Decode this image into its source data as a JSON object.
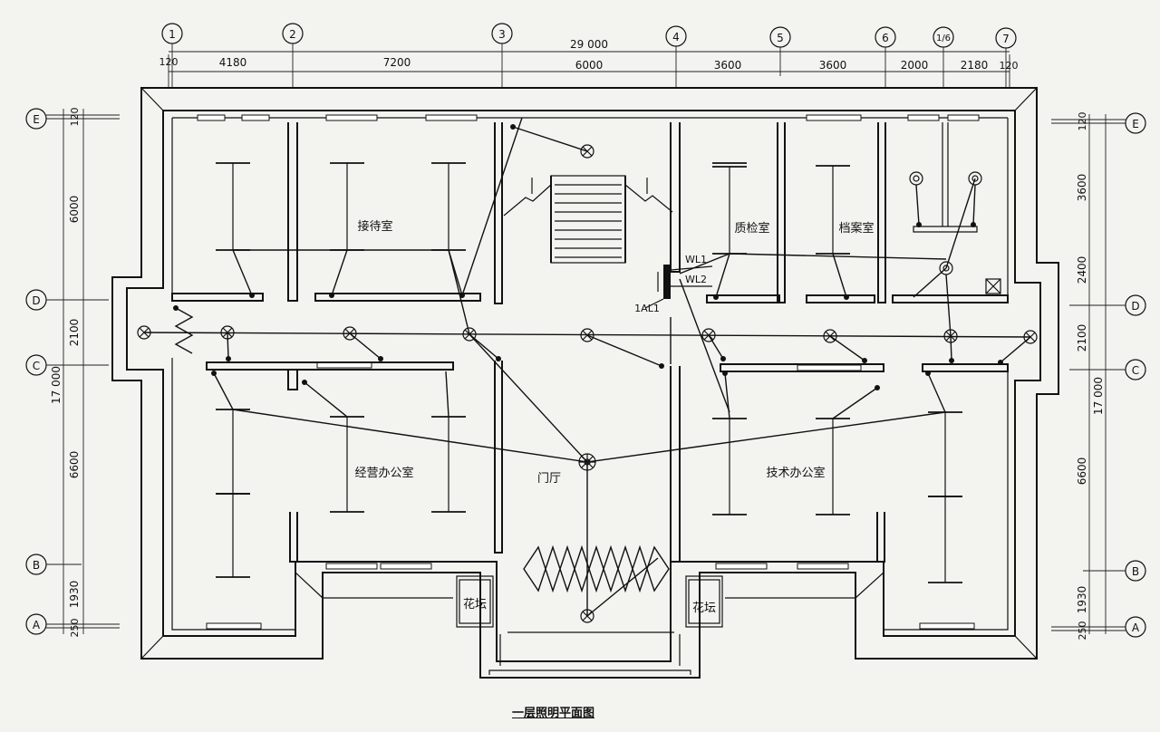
{
  "title": "一层照明平面图",
  "axes_top": [
    "1",
    "2",
    "3",
    "4",
    "5",
    "6",
    "1/6",
    "7"
  ],
  "dims_top": [
    "120",
    "4180",
    "7200",
    "6000",
    "3600",
    "3600",
    "2000",
    "2180",
    "120"
  ],
  "total_top": "29 000",
  "axes_side": [
    "E",
    "D",
    "C",
    "B",
    "A"
  ],
  "dims_left": [
    "120",
    "6000",
    "2100",
    "6600",
    "1930",
    "250"
  ],
  "total_left": "17 000",
  "dims_right": [
    "120",
    "3600",
    "2400",
    "2100",
    "6600",
    "1930",
    "250"
  ],
  "total_right": "17 000",
  "rooms": {
    "reception": "接待室",
    "qc": "质检室",
    "archive": "档案室",
    "business": "经营办公室",
    "lobby": "门厅",
    "tech": "技术办公室",
    "planter_l": "花坛",
    "planter_r": "花坛"
  },
  "panel": {
    "name": "1AL1",
    "circuit_1": "WL1",
    "circuit_2": "WL2"
  }
}
